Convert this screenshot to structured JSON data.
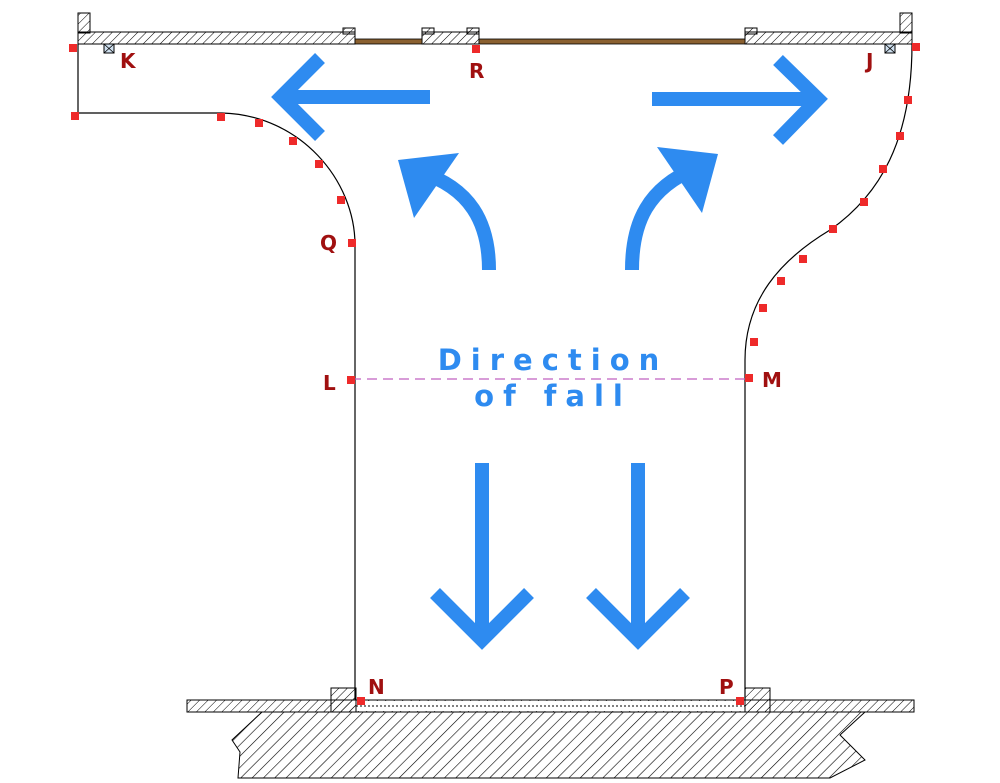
{
  "colors": {
    "arrow": "#2e8bf0",
    "marker": "#ee2a2a",
    "label": "#a01010",
    "dashed_line": "#c060c0",
    "outline": "#000000",
    "hatch": "#000000",
    "door": "#8a6030"
  },
  "direction_label": {
    "line1": "Direction",
    "line2": "of fall"
  },
  "point_labels": {
    "K": "K",
    "R": "R",
    "J": "J",
    "Q": "Q",
    "L": "L",
    "M": "M",
    "N": "N",
    "P": "P"
  },
  "arrows": [
    {
      "name": "left-arrow",
      "direction": "left"
    },
    {
      "name": "right-arrow",
      "direction": "right"
    },
    {
      "name": "curved-up-left-arrow",
      "direction": "up-left"
    },
    {
      "name": "curved-up-right-arrow",
      "direction": "up-right"
    },
    {
      "name": "down-arrow-left",
      "direction": "down"
    },
    {
      "name": "down-arrow-right",
      "direction": "down"
    }
  ]
}
